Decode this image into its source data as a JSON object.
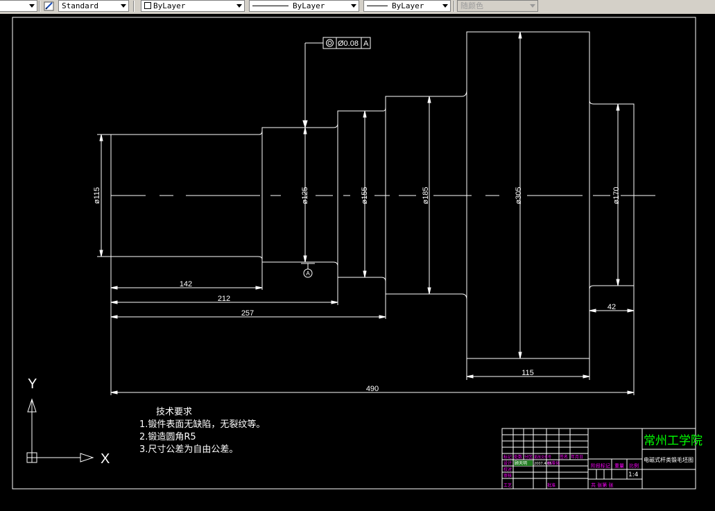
{
  "toolbar": {
    "text_style": "Standard",
    "layer": "ByLayer",
    "linetype": "ByLayer",
    "lineweight": "ByLayer",
    "color": "随颜色"
  },
  "drawing": {
    "tolerance": {
      "value": "Ø0.08",
      "datum": "A"
    },
    "datum_label": "A",
    "diameters": [
      "ø115",
      "ø125",
      "ø155",
      "ø185",
      "ø305",
      "ø170"
    ],
    "lengths": [
      "142",
      "212",
      "257",
      "490",
      "42",
      "115"
    ]
  },
  "notes": {
    "title": "技术要求",
    "items": [
      "1.锻件表面无缺陷，无裂纹等。",
      "2.锻造圆角R5",
      "3.尺寸公差为自由公差。"
    ]
  },
  "ucs": {
    "y": "Y",
    "x": "X"
  },
  "title_block": {
    "school": "常州工学院",
    "drawing_name": "电磁式杆类锻毛坯图",
    "scale": "1:4",
    "scale_label": "比例",
    "weight_label": "重量",
    "stage_label": "阶段标记",
    "sheet_text": "共  张第  张",
    "row_labels": [
      "标记",
      "设计",
      "校对",
      "审核",
      "工艺"
    ],
    "header_cells": [
      "标记",
      "处数",
      "分区",
      "更改文件号",
      "签名",
      "年月日"
    ],
    "designer": "顾天明",
    "date": "2007.4.05",
    "std_label": "标准化",
    "approve_label": "批准"
  },
  "colors": {
    "line": "#ffffff",
    "title": "#00ff00",
    "label": "#ff00ff"
  }
}
